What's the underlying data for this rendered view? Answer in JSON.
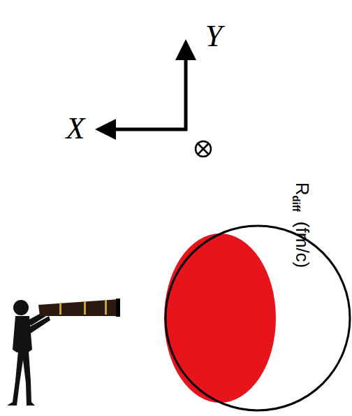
{
  "diagram": {
    "labels": [
      "X",
      "Y",
      "R",
      "diff",
      "(fm/c)"
    ]
  }
}
